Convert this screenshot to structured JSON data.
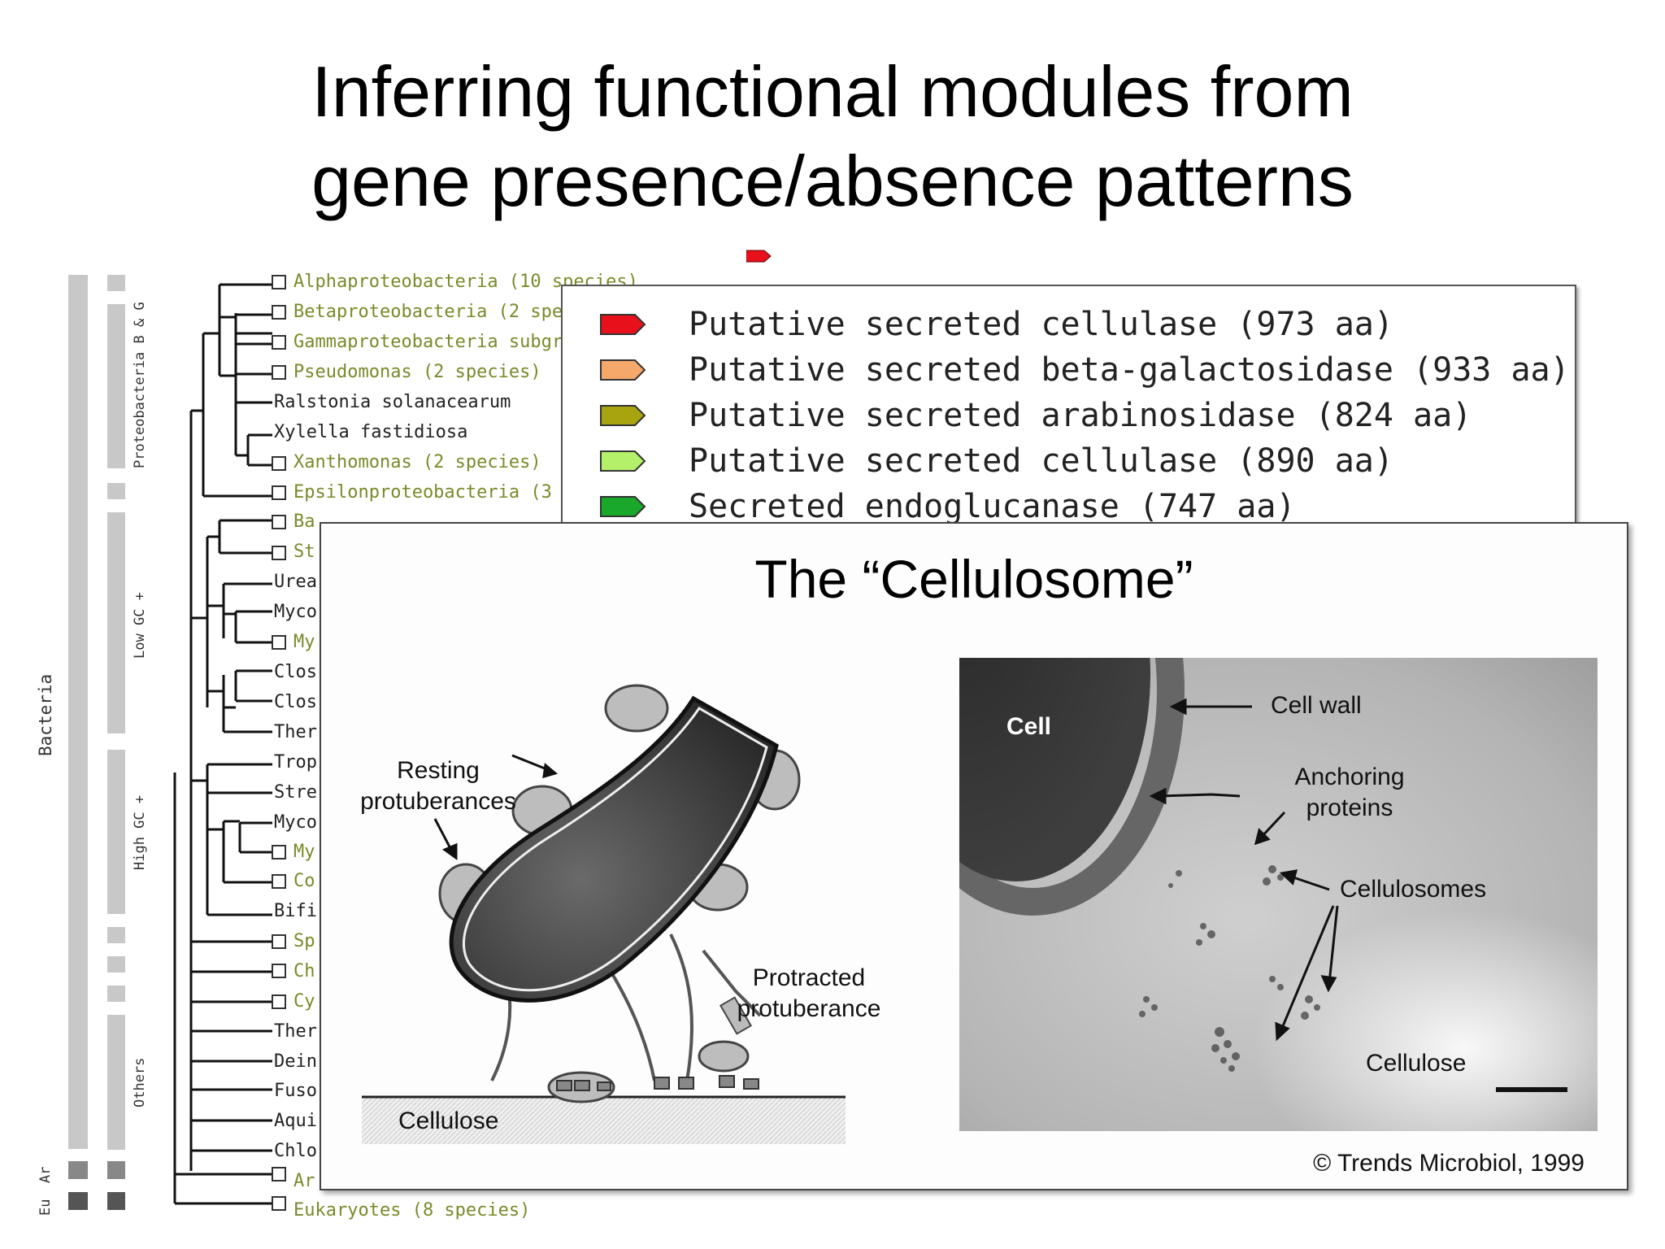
{
  "slide": {
    "title_lines": [
      "Inferring functional modules from",
      "gene presence/absence patterns"
    ]
  },
  "tree": {
    "domain_label": "Bacteria",
    "bottom_labels": [
      "Eu",
      "Ar"
    ],
    "group_labels": [
      "Proteobacteria B & G",
      "Low GC +",
      "High GC +",
      "Others"
    ],
    "rows": [
      {
        "text": "Alphaproteobacteria (10 species)",
        "type": "group"
      },
      {
        "text": "Betaproteobacteria (2 spe",
        "type": "group"
      },
      {
        "text": "Gammaproteobacteria subgr",
        "type": "group"
      },
      {
        "text": "Pseudomonas (2 species)",
        "type": "group"
      },
      {
        "text": "Ralstonia solanacearum",
        "type": "leaf"
      },
      {
        "text": "Xylella fastidiosa",
        "type": "leaf"
      },
      {
        "text": "Xanthomonas (2 species)",
        "type": "group"
      },
      {
        "text": "Epsilonproteobacteria (3",
        "type": "group"
      },
      {
        "text": "Ba",
        "type": "group"
      },
      {
        "text": "St",
        "type": "group"
      },
      {
        "text": "Urea",
        "type": "leaf"
      },
      {
        "text": "Myco",
        "type": "leaf"
      },
      {
        "text": "My",
        "type": "group"
      },
      {
        "text": "Clos",
        "type": "leaf"
      },
      {
        "text": "Clos",
        "type": "leaf"
      },
      {
        "text": "Ther",
        "type": "leaf"
      },
      {
        "text": "Trop",
        "type": "leaf"
      },
      {
        "text": "Stre",
        "type": "leaf"
      },
      {
        "text": "Myco",
        "type": "leaf"
      },
      {
        "text": "My",
        "type": "group"
      },
      {
        "text": "Co",
        "type": "group"
      },
      {
        "text": "Bifi",
        "type": "leaf"
      },
      {
        "text": "Sp",
        "type": "group"
      },
      {
        "text": "Ch",
        "type": "group"
      },
      {
        "text": "Cy",
        "type": "group"
      },
      {
        "text": "Ther",
        "type": "leaf"
      },
      {
        "text": "Dein",
        "type": "leaf"
      },
      {
        "text": "Fuso",
        "type": "leaf"
      },
      {
        "text": "Aqui",
        "type": "leaf"
      },
      {
        "text": "Chlo",
        "type": "leaf"
      },
      {
        "text": "Ar",
        "type": "group"
      },
      {
        "text": "Eukaryotes (8 species)",
        "type": "group"
      }
    ]
  },
  "legend": {
    "items": [
      {
        "text": "Putative secreted cellulase (973 aa)",
        "color": "#e8101a"
      },
      {
        "text": "Putative secreted beta-galactosidase (933 aa)",
        "color": "#f6a86a"
      },
      {
        "text": "Putative secreted arabinosidase (824 aa)",
        "color": "#a8a410"
      },
      {
        "text": "Putative secreted cellulase (890 aa)",
        "color": "#b4f06a"
      },
      {
        "text": "Secreted endoglucanase (747 aa)",
        "color": "#1aa82a"
      }
    ]
  },
  "cellulosome": {
    "title": "The “Cellulosome”",
    "diagram_labels": {
      "resting": [
        "Resting",
        "protuberances"
      ],
      "protracted": [
        "Protracted",
        "protuberance"
      ],
      "cellulose": "Cellulose"
    },
    "photo_labels": {
      "cell": "Cell",
      "cell_wall": "Cell wall",
      "anchoring": [
        "Anchoring",
        "proteins"
      ],
      "cellulosomes": "Cellulosomes",
      "cellulose": "Cellulose"
    },
    "credit": "© Trends Microbiol, 1999"
  }
}
